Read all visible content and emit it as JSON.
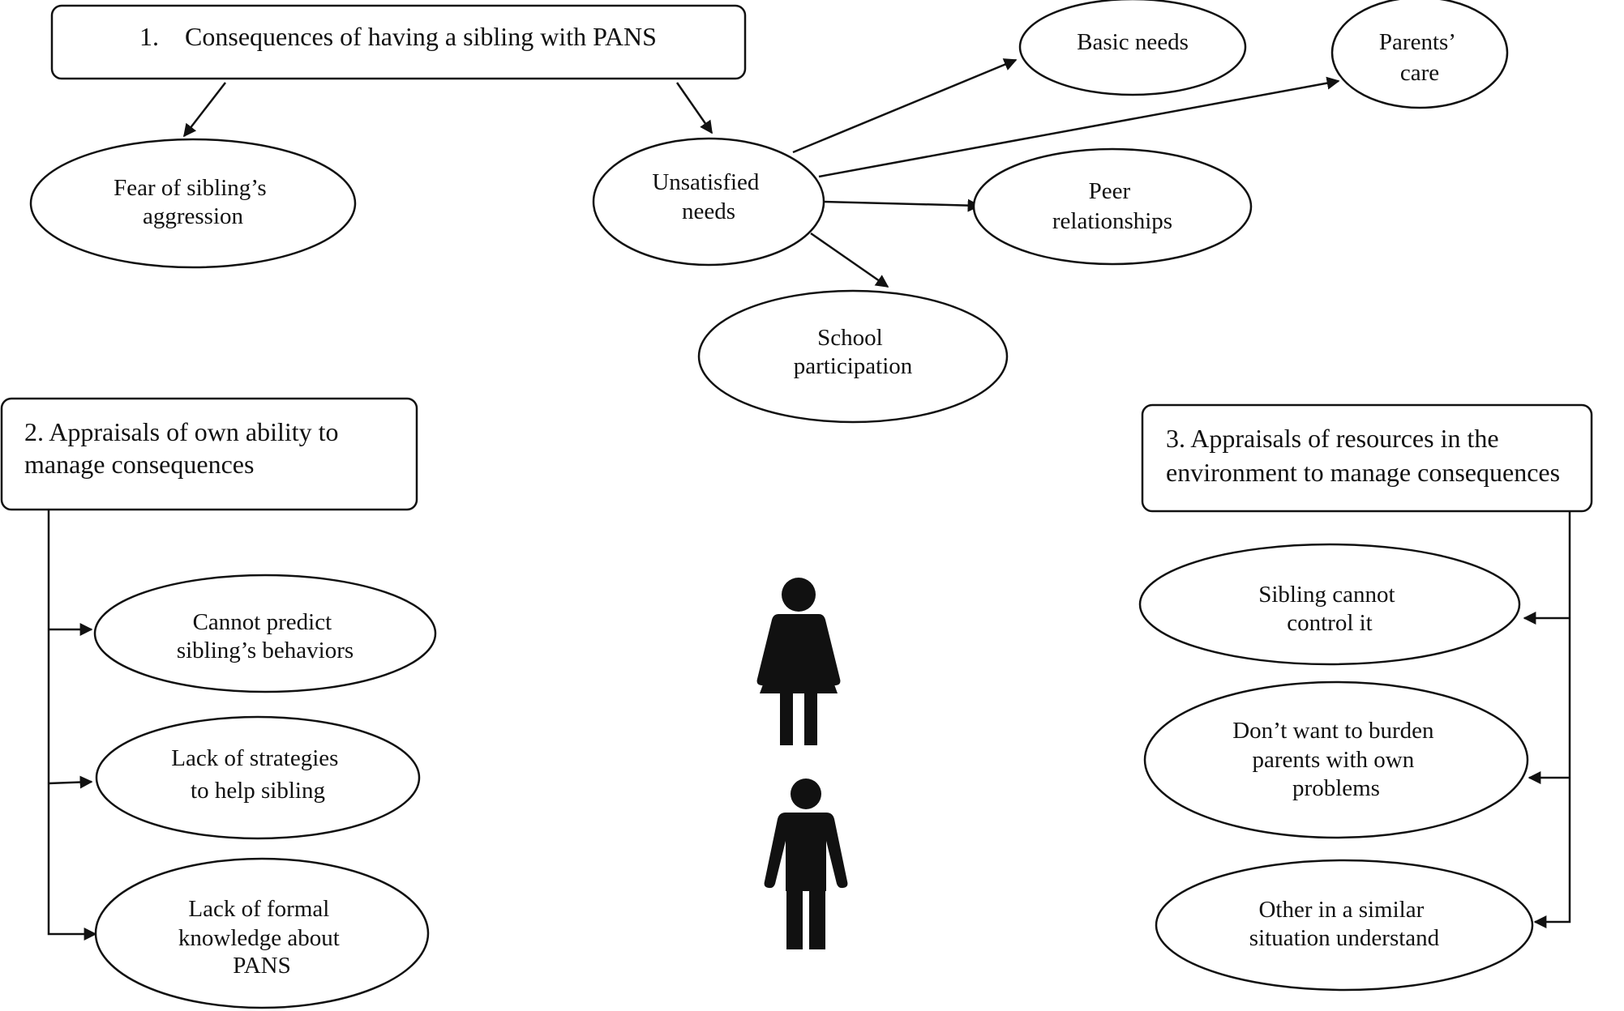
{
  "headers": {
    "h1": [
      "1.    Consequences of having a sibling with PANS"
    ],
    "h2": [
      "2. Appraisals of own ability to",
      "manage consequences"
    ],
    "h3": [
      "3. Appraisals of resources in the",
      "environment to manage consequences"
    ]
  },
  "nodes": {
    "fear": [
      "Fear of sibling’s",
      "aggression"
    ],
    "unsatisfied": [
      "Unsatisfied",
      "needs"
    ],
    "basic": [
      "Basic needs"
    ],
    "parents_care": [
      "Parents’",
      "care"
    ],
    "peer": [
      "Peer",
      "relationships"
    ],
    "school": [
      "School",
      "participation"
    ],
    "predict": [
      "Cannot predict",
      "sibling’s behaviors"
    ],
    "strategies": [
      "Lack of strategies",
      "to help sibling"
    ],
    "knowledge": [
      "Lack of formal",
      "knowledge about",
      "PANS"
    ],
    "control": [
      "Sibling cannot",
      "control it"
    ],
    "burden": [
      "Don’t want to burden",
      "parents with own",
      "problems"
    ],
    "similar": [
      "Other in a similar",
      "situation understand"
    ]
  },
  "icons": [
    "female-person-icon",
    "male-person-icon"
  ]
}
